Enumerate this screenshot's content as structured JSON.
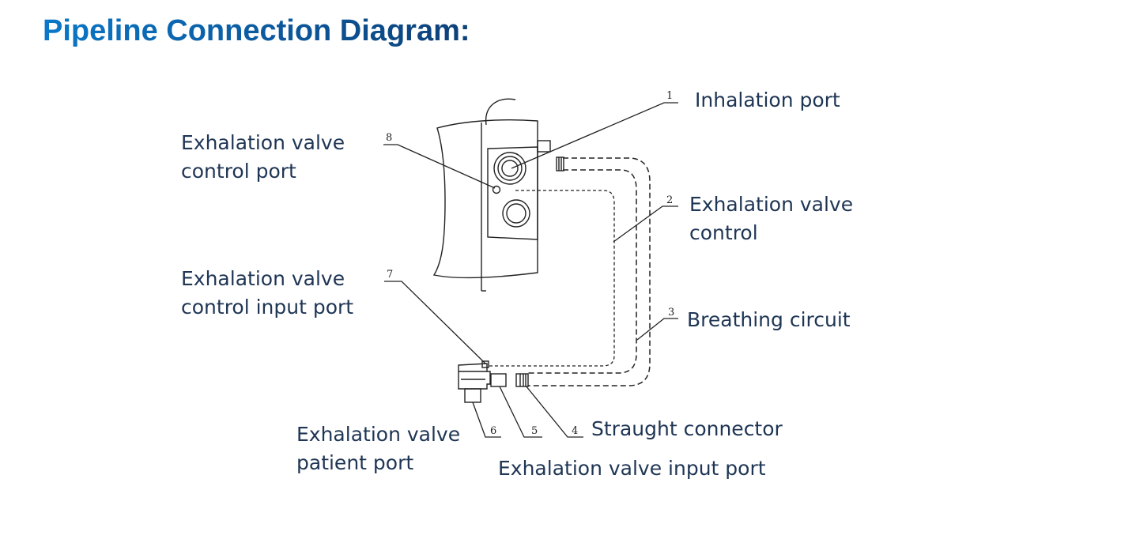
{
  "page": {
    "title": "Pipeline Connection Diagram:"
  },
  "colors": {
    "title_start": "#0a78c8",
    "title_end": "#0d3f78",
    "label_text": "#1e3554",
    "line": "#222222"
  },
  "callouts": [
    {
      "number": "1",
      "lines": [
        "Inhalation port"
      ]
    },
    {
      "number": "2",
      "lines": [
        "Exhalation valve",
        "control"
      ]
    },
    {
      "number": "3",
      "lines": [
        "Breathing circuit"
      ]
    },
    {
      "number": "4",
      "lines": [
        "Straught connector"
      ]
    },
    {
      "number": "5",
      "lines": [
        "Exhalation valve input port"
      ]
    },
    {
      "number": "6",
      "lines": [
        "Exhalation valve",
        "patient port"
      ]
    },
    {
      "number": "7",
      "lines": [
        "Exhalation valve",
        "control input port"
      ]
    },
    {
      "number": "8",
      "lines": [
        "Exhalation valve",
        "control port"
      ]
    }
  ]
}
